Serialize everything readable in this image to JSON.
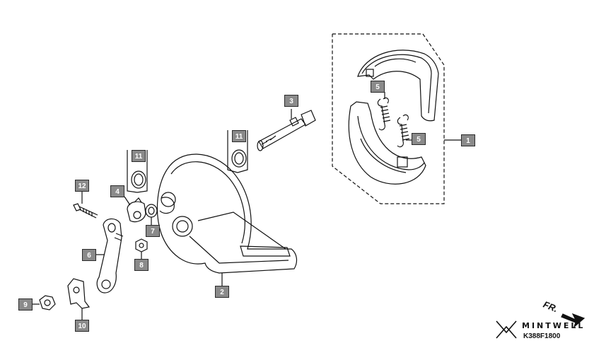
{
  "diagram": {
    "callouts": [
      {
        "id": "c1",
        "label": "1"
      },
      {
        "id": "c2",
        "label": "2"
      },
      {
        "id": "c3",
        "label": "3"
      },
      {
        "id": "c4",
        "label": "4"
      },
      {
        "id": "c5a",
        "label": "5"
      },
      {
        "id": "c5b",
        "label": "5"
      },
      {
        "id": "c6",
        "label": "6"
      },
      {
        "id": "c7",
        "label": "7"
      },
      {
        "id": "c8",
        "label": "8"
      },
      {
        "id": "c9",
        "label": "9"
      },
      {
        "id": "c10",
        "label": "10"
      },
      {
        "id": "c11a",
        "label": "11"
      },
      {
        "id": "c11b",
        "label": "11"
      },
      {
        "id": "c12",
        "label": "12"
      }
    ],
    "direction_label": "FR.",
    "brand": "MINTWELL",
    "part_code": "K388F1800"
  },
  "colors": {
    "line": "#111111",
    "callout_fill": "#8a8a8a",
    "callout_text": "#ffffff"
  }
}
